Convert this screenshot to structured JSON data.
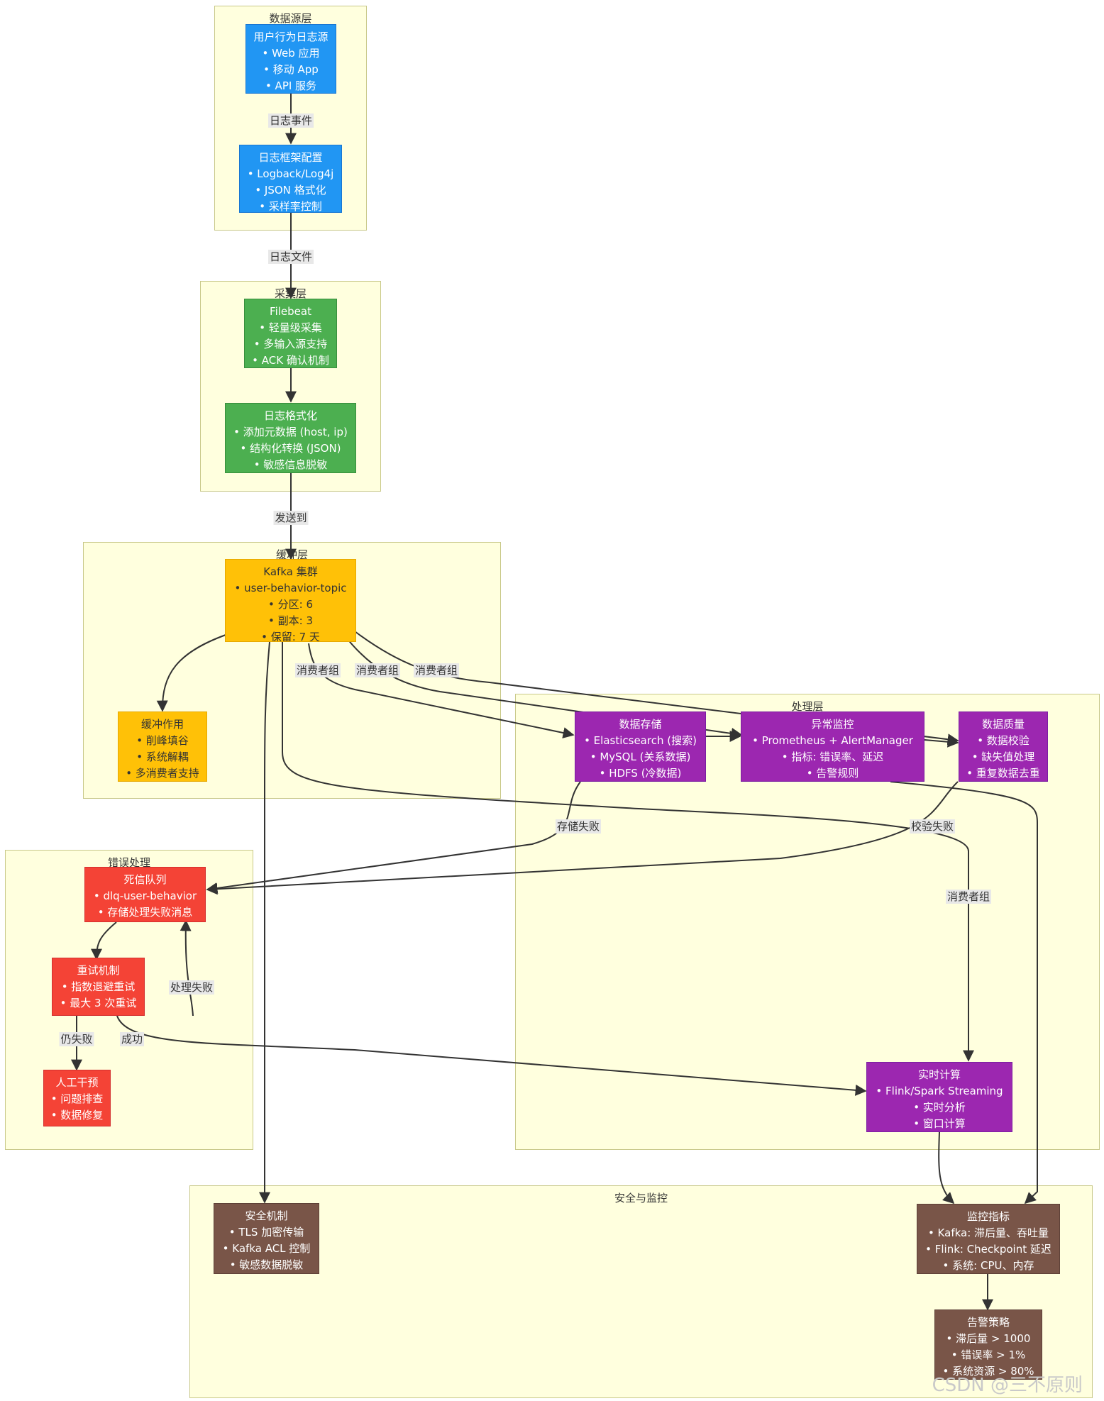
{
  "groups": {
    "source": "数据源层",
    "collect": "采集层",
    "buffer": "缓冲层",
    "process": "处理层",
    "error": "错误处理",
    "security": "安全与监控"
  },
  "nodes": {
    "log_source": [
      "用户行为日志源",
      "• Web 应用",
      "• 移动 App",
      "• API 服务"
    ],
    "log_framework": [
      "日志框架配置",
      "• Logback/Log4j",
      "• JSON 格式化",
      "• 采样率控制"
    ],
    "filebeat": [
      "Filebeat",
      "• 轻量级采集",
      "• 多输入源支持",
      "• ACK 确认机制"
    ],
    "log_format": [
      "日志格式化",
      "• 添加元数据 (host, ip)",
      "• 结构化转换 (JSON)",
      "• 敏感信息脱敏"
    ],
    "kafka": [
      "Kafka 集群",
      "• user-behavior-topic",
      "• 分区: 6",
      "• 副本: 3",
      "• 保留: 7 天"
    ],
    "buffer_role": [
      "缓冲作用",
      "• 削峰填谷",
      "• 系统解耦",
      "• 多消费者支持"
    ],
    "storage": [
      "数据存储",
      "• Elasticsearch (搜索)",
      "• MySQL (关系数据)",
      "• HDFS (冷数据)"
    ],
    "anomaly": [
      "异常监控",
      "• Prometheus + AlertManager",
      "• 指标: 错误率、延迟",
      "• 告警规则"
    ],
    "quality": [
      "数据质量",
      "• 数据校验",
      "• 缺失值处理",
      "• 重复数据去重"
    ],
    "realtime": [
      "实时计算",
      "• Flink/Spark Streaming",
      "• 实时分析",
      "• 窗口计算"
    ],
    "dlq": [
      "死信队列",
      "• dlq-user-behavior",
      "• 存储处理失败消息"
    ],
    "retry": [
      "重试机制",
      "• 指数退避重试",
      "• 最大 3 次重试"
    ],
    "manual": [
      "人工干预",
      "• 问题排查",
      "• 数据修复"
    ],
    "security": [
      "安全机制",
      "• TLS 加密传输",
      "• Kafka ACL 控制",
      "• 敏感数据脱敏"
    ],
    "metrics": [
      "监控指标",
      "• Kafka: 滞后量、吞吐量",
      "• Flink: Checkpoint 延迟",
      "• 系统: CPU、内存"
    ],
    "alert": [
      "告警策略",
      "• 滞后量 > 1000",
      "• 错误率 > 1%",
      "• 系统资源 > 80%"
    ]
  },
  "edge_labels": {
    "log_events": "日志事件",
    "log_files": "日志文件",
    "send_to": "发送到",
    "consumer_group_1": "消费者组",
    "consumer_group_2": "消费者组",
    "consumer_group_3": "消费者组",
    "consumer_group_4": "消费者组",
    "store_failed": "存储失败",
    "validate_failed": "校验失败",
    "process_failed": "处理失败",
    "still_failed": "仍失败",
    "success": "成功"
  },
  "watermark": "CSDN @三不原则",
  "colors": {
    "group_bg": "#ffffde",
    "group_border": "#c8c889",
    "source": "#2196f3",
    "collect": "#4caf50",
    "buffer": "#ffc107",
    "process": "#9c27b0",
    "error": "#f44336",
    "security": "#795548",
    "edge": "#333333"
  }
}
